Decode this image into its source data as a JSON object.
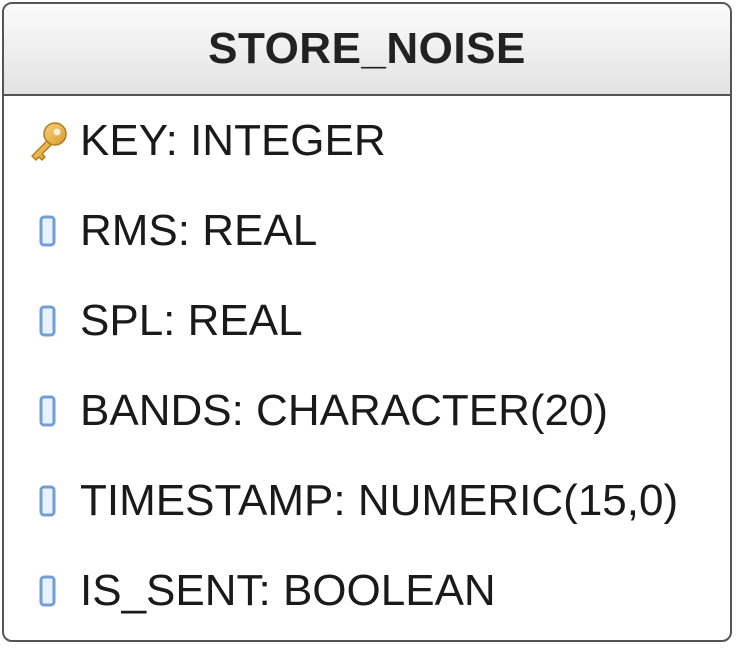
{
  "entity": {
    "name": "STORE_NOISE",
    "attributes": [
      {
        "label": "KEY: INTEGER",
        "icon": "key-icon",
        "primary_key": true
      },
      {
        "label": "RMS: REAL",
        "icon": "column-icon",
        "primary_key": false
      },
      {
        "label": "SPL: REAL",
        "icon": "column-icon",
        "primary_key": false
      },
      {
        "label": "BANDS: CHARACTER(20)",
        "icon": "column-icon",
        "primary_key": false
      },
      {
        "label": "TIMESTAMP: NUMERIC(15,0)",
        "icon": "column-icon",
        "primary_key": false
      },
      {
        "label": "IS_SENT: BOOLEAN",
        "icon": "column-icon",
        "primary_key": false
      }
    ]
  },
  "colors": {
    "border": "#555555",
    "header_bg": "#eeeeee",
    "key_icon": "#e8b54a",
    "column_icon": "#6f9ed8"
  }
}
